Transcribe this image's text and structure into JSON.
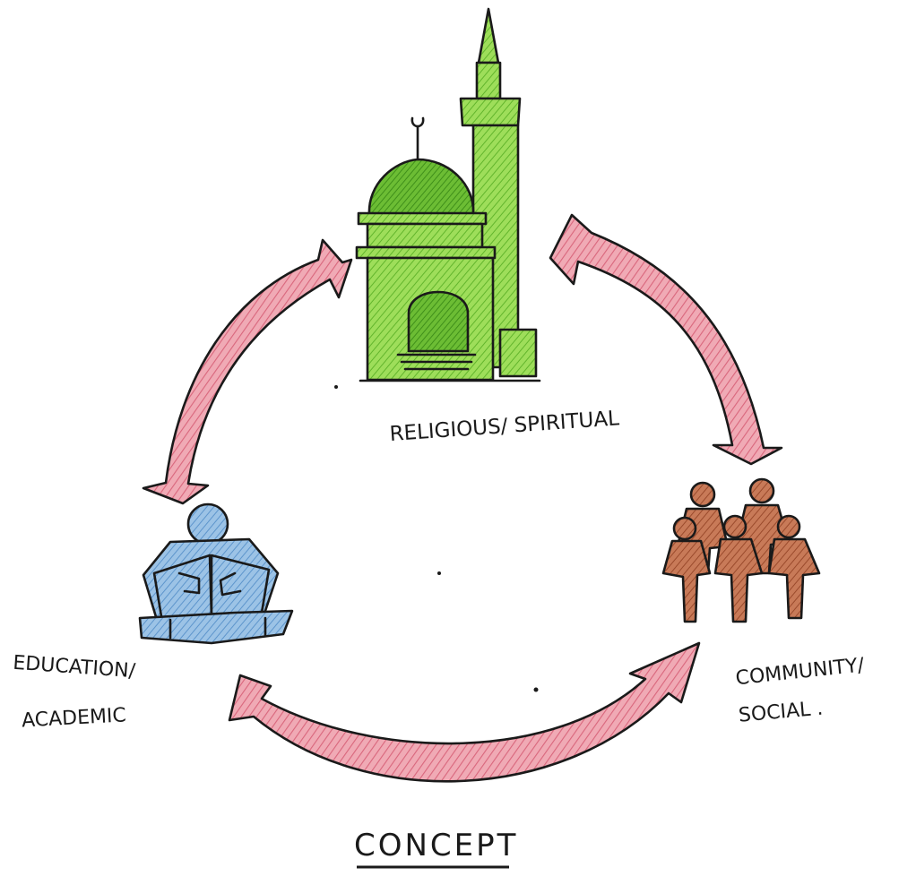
{
  "title": "CONCEPT",
  "nodes": {
    "religious": {
      "label": "RELIGIOUS/ SPIRITUAL",
      "icon": "mosque-icon",
      "color": "#8ed14a"
    },
    "education": {
      "label_line1": "EDUCATION/",
      "label_line2": "ACADEMIC",
      "icon": "reading-person-icon",
      "color": "#7fb0dc"
    },
    "community": {
      "label_line1": "COMMUNITY/",
      "label_line2": "SOCIAL .",
      "icon": "people-group-icon",
      "color": "#b8603f"
    }
  },
  "arrow_color": "#e58a9a",
  "arrows": [
    {
      "from": "religious",
      "to": "education",
      "type": "bidirectional"
    },
    {
      "from": "religious",
      "to": "community",
      "type": "bidirectional"
    },
    {
      "from": "education",
      "to": "community",
      "type": "bidirectional"
    }
  ]
}
